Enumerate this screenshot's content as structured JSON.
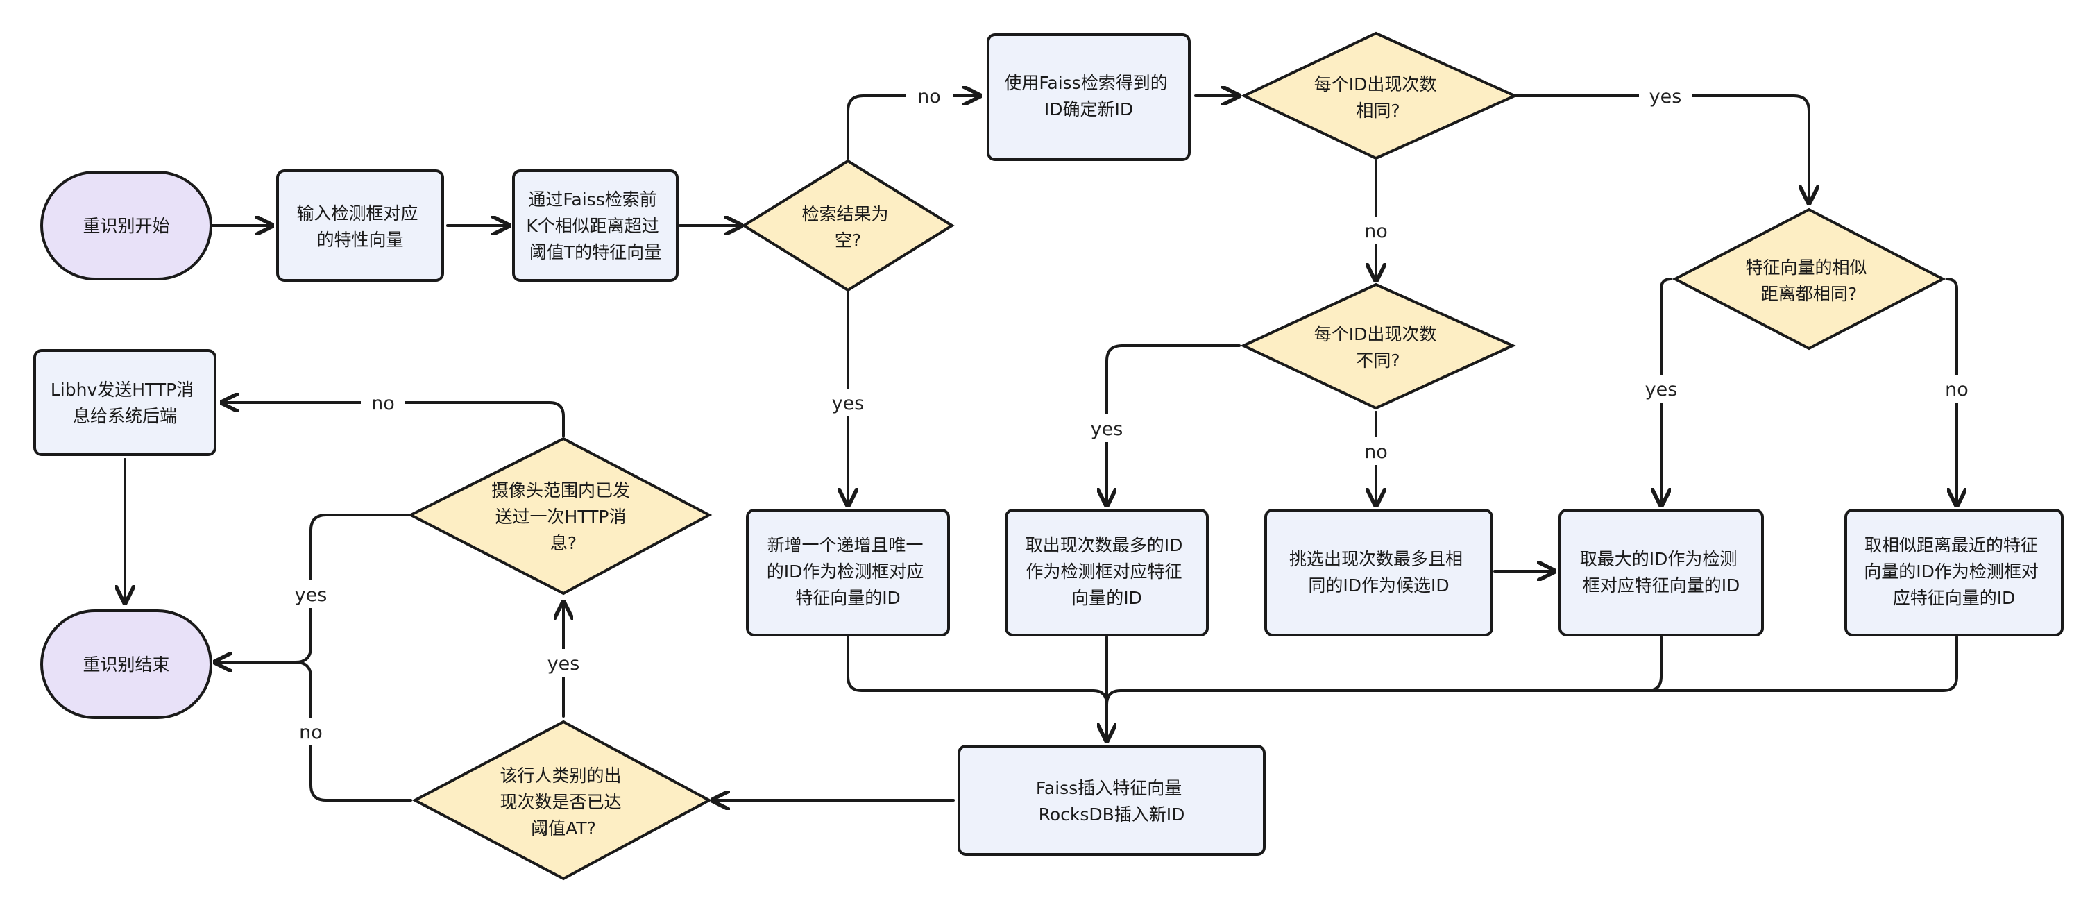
{
  "colors": {
    "terminal_fill": "#e8e1f8",
    "process_fill": "#eef2fb",
    "decision_fill": "#fdeec4",
    "stroke": "#1a1a1a"
  },
  "nodes": {
    "start": [
      "重识别开始"
    ],
    "input_vector": [
      "输入检测框对应",
      "的特性向量"
    ],
    "faiss_search": [
      "通过Faiss检索前",
      "K个相似距离超过",
      "阈值T的特征向量"
    ],
    "result_empty": [
      "检索结果为",
      "空?"
    ],
    "use_faiss_id": [
      "使用Faiss检索得到的",
      "ID确定新ID"
    ],
    "id_count_same": [
      "每个ID出现次数",
      "相同?"
    ],
    "feature_dist_same": [
      "特征向量的相似",
      "距离都相同?"
    ],
    "id_count_diff": [
      "每个ID出现次数",
      "不同?"
    ],
    "new_unique_id": [
      "新增一个递增且唯一",
      "的ID作为检测框对应",
      "特征向量的ID"
    ],
    "take_most_id": [
      "取出现次数最多的ID",
      "作为检测框对应特征",
      "向量的ID"
    ],
    "pick_candidates": [
      "挑选出现次数最多且相",
      "同的ID作为候选ID"
    ],
    "take_max_id": [
      "取最大的ID作为检测",
      "框对应特征向量的ID"
    ],
    "take_nearest_id": [
      "取相似距离最近的特征",
      "向量的ID作为检测框对",
      "应特征向量的ID"
    ],
    "faiss_insert": [
      "Faiss插入特征向量",
      "RocksDB插入新ID"
    ],
    "count_reached": [
      "该行人类别的出",
      "现次数是否已达",
      "阈值AT?"
    ],
    "http_sent": [
      "摄像头范围内已发",
      "送过一次HTTP消",
      "息?"
    ],
    "libhv_send": [
      "Libhv发送HTTP消",
      "息给系统后端"
    ],
    "end": [
      "重识别结束"
    ]
  },
  "edge_labels": {
    "empty_no": "no",
    "empty_yes": "yes",
    "same_yes": "yes",
    "same_no": "no",
    "diff_yes": "yes",
    "diff_no": "no",
    "dist_yes": "yes",
    "dist_no": "no",
    "reached_yes": "yes",
    "reached_no": "no",
    "http_yes": "yes",
    "http_no": "no"
  }
}
